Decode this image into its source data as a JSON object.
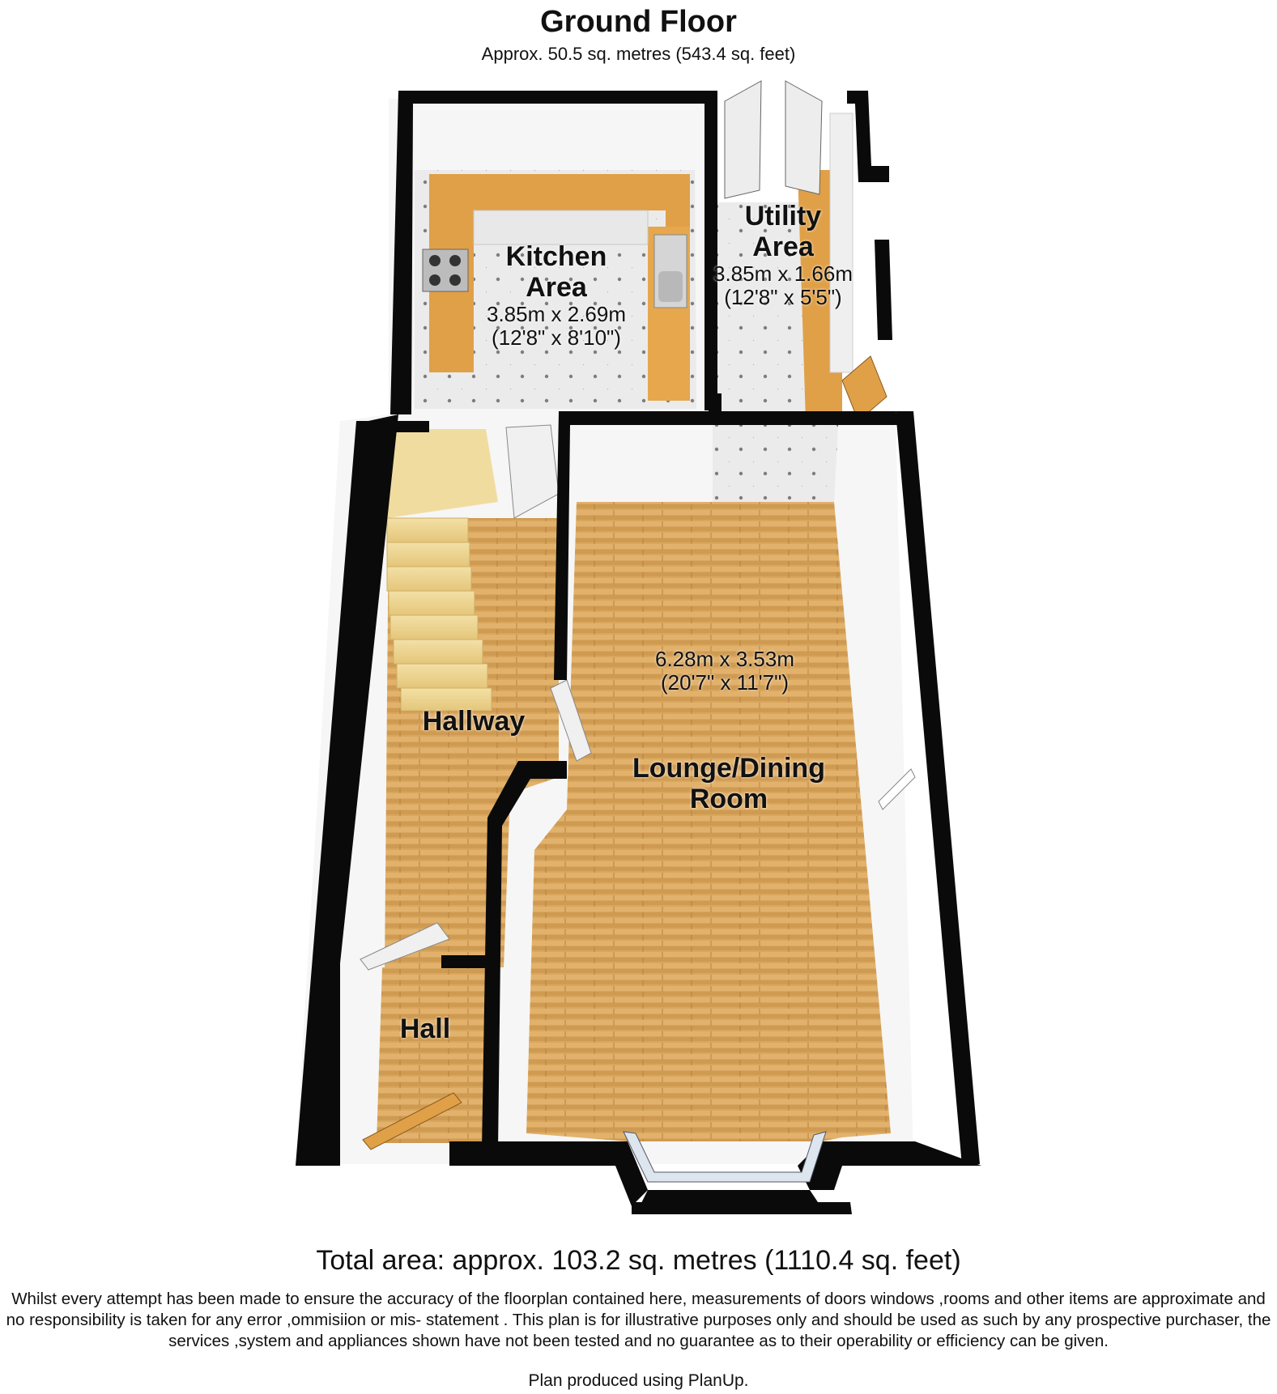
{
  "header": {
    "title": "Ground Floor",
    "subtitle": "Approx. 50.5 sq. metres (543.4 sq. feet)"
  },
  "rooms": {
    "kitchen": {
      "name_line1": "Kitchen",
      "name_line2": "Area",
      "dim_metric": "3.85m x 2.69m",
      "dim_imperial": "(12'8\" x 8'10\")"
    },
    "utility": {
      "name_line1": "Utility",
      "name_line2": "Area",
      "dim_metric": "3.85m x 1.66m",
      "dim_imperial": "(12'8\" x 5'5\")"
    },
    "lounge": {
      "name_line1": "Lounge/Dining",
      "name_line2": "Room",
      "dim_metric": "6.28m x 3.53m",
      "dim_imperial": "(20'7\" x 11'7\")"
    },
    "hallway": {
      "name": "Hallway"
    },
    "hall": {
      "name": "Hall"
    }
  },
  "footer": {
    "total_area": "Total area: approx. 103.2 sq. metres (1110.4 sq. feet)",
    "disclaimer": "Whilst every attempt has been made to ensure the accuracy of the floorplan contained here, measurements of doors windows ,rooms and other items are approximate and no responsibility is taken for any error ,ommisiion or mis- statement . This plan is for illustrative purposes only and should be used as such by any prospective purchaser, the services ,system and appliances shown have not been tested and no guarantee as to their operability or efficiency can be given.",
    "produced_by": "Plan produced using PlanUp."
  },
  "colors": {
    "wall": "#0a0a0a",
    "wood_floor": "#d9a65e",
    "tile_floor": "#e6e6e6",
    "worktop": "#e0a048",
    "wall_inner": "#fafafa"
  }
}
